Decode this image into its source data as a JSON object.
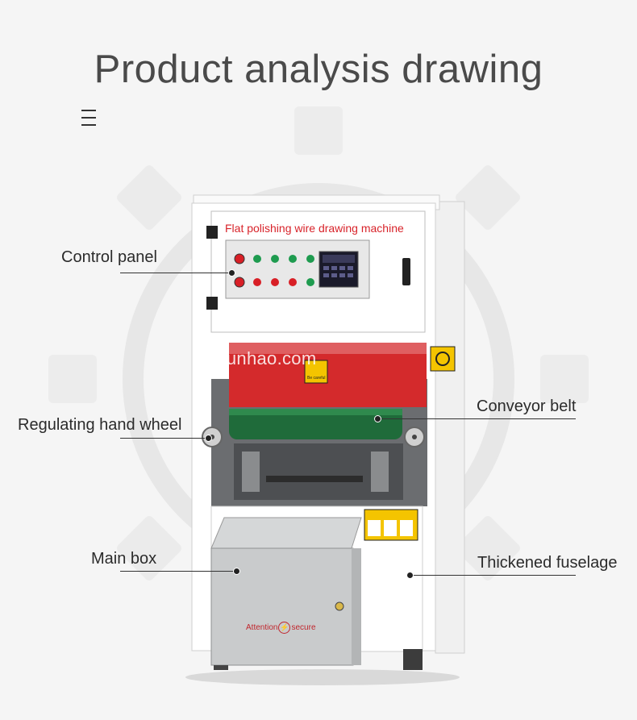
{
  "page": {
    "title": "Product analysis drawing",
    "watermark": "xtjunhao.com"
  },
  "machine": {
    "panel_title": "Flat polishing wire drawing machine",
    "main_box_text_left": "Attention",
    "main_box_text_right": "secure",
    "warning_caption": "Be careful"
  },
  "callouts": [
    {
      "id": "control-panel",
      "label": "Control panel"
    },
    {
      "id": "conveyor-belt",
      "label": "Conveyor belt"
    },
    {
      "id": "regulating-hand-wheel",
      "label": "Regulating hand wheel"
    },
    {
      "id": "main-box",
      "label": "Main box"
    },
    {
      "id": "thickened-fuselage",
      "label": "Thickened fuselage"
    }
  ],
  "colors": {
    "title": "#4a4a4a",
    "machine_body": "#ffffff",
    "belt_guard": "#d42a2c",
    "belt": "#1f6b3a",
    "main_box": "#c9cbcc",
    "warning": "#f4c400",
    "panel_text": "#d8232a"
  },
  "icons": [
    "menu-icon",
    "gear-watermark",
    "emergency-stop-icon",
    "warning-sign-icon",
    "lock-icon",
    "hand-wheel-icon"
  ]
}
